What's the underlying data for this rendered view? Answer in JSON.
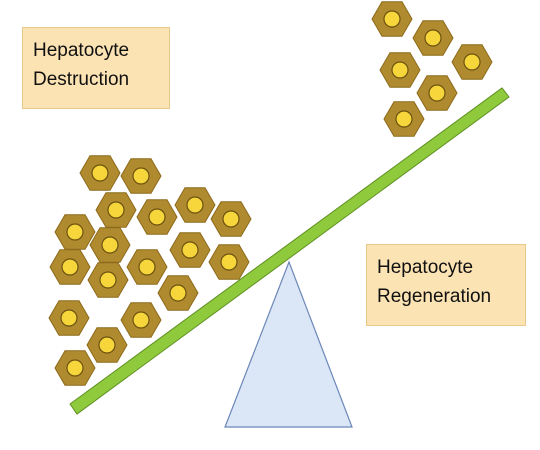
{
  "labels": {
    "destruction": {
      "line1": "Hepatocyte",
      "line2": "Destruction"
    },
    "regeneration": {
      "line1": "Hepatocyte",
      "line2": "Regeneration"
    }
  },
  "colors": {
    "cell_fill": "#b08a2e",
    "cell_stroke": "#8c6a1c",
    "nucleus_fill": "#f6d63a",
    "nucleus_stroke": "#6b5210",
    "beam": "#8fca3c",
    "beam_stroke": "#5f8f22",
    "fulcrum": "#dbe6f6",
    "fulcrum_stroke": "#6b87b8",
    "label_bg": "#fbe3b4"
  }
}
